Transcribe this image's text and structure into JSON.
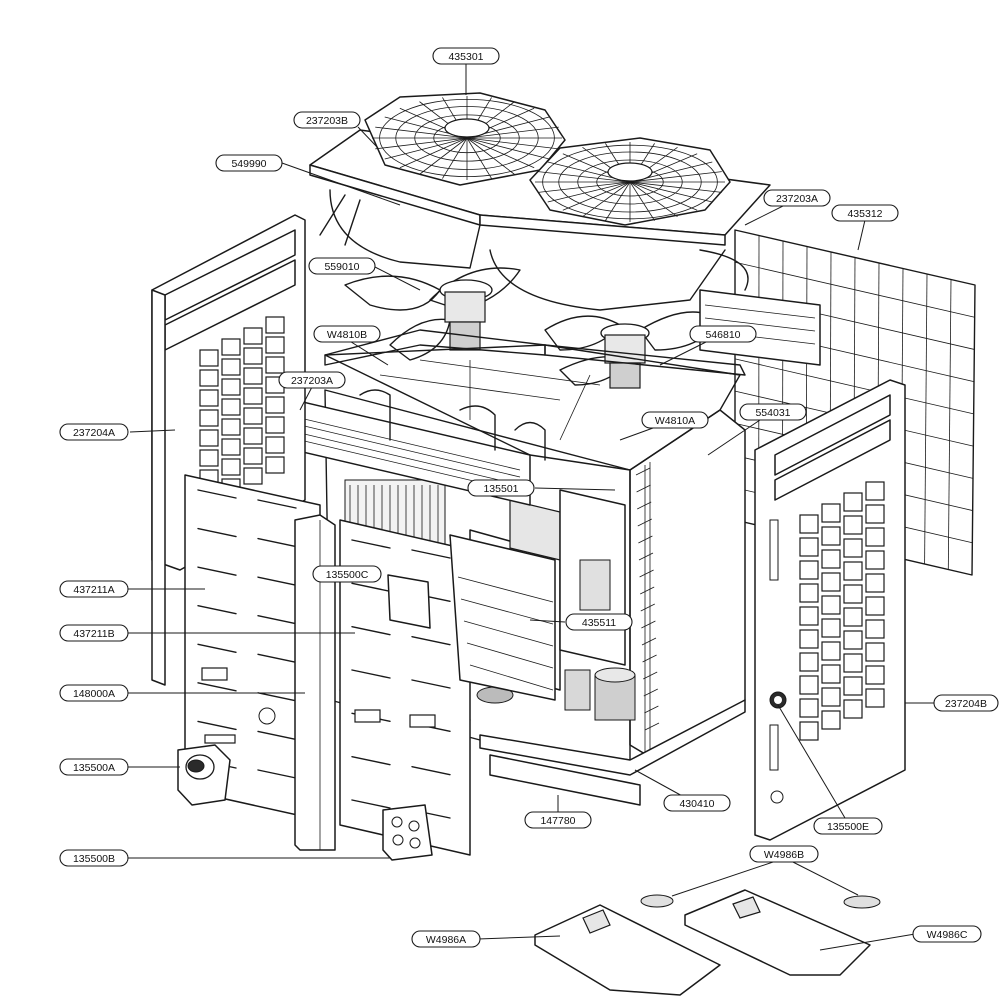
{
  "labels": [
    "435301",
    "237203B",
    "549990",
    "237203A",
    "435312",
    "559010",
    "W4810B",
    "546810",
    "237203A",
    "W4810A",
    "554031",
    "237204A",
    "135501",
    "135500C",
    "437211A",
    "437211B",
    "435511",
    "148000A",
    "135500A",
    "237204B",
    "430410",
    "147780",
    "135500E",
    "135500B",
    "W4986B",
    "W4986A",
    "W4986C"
  ]
}
